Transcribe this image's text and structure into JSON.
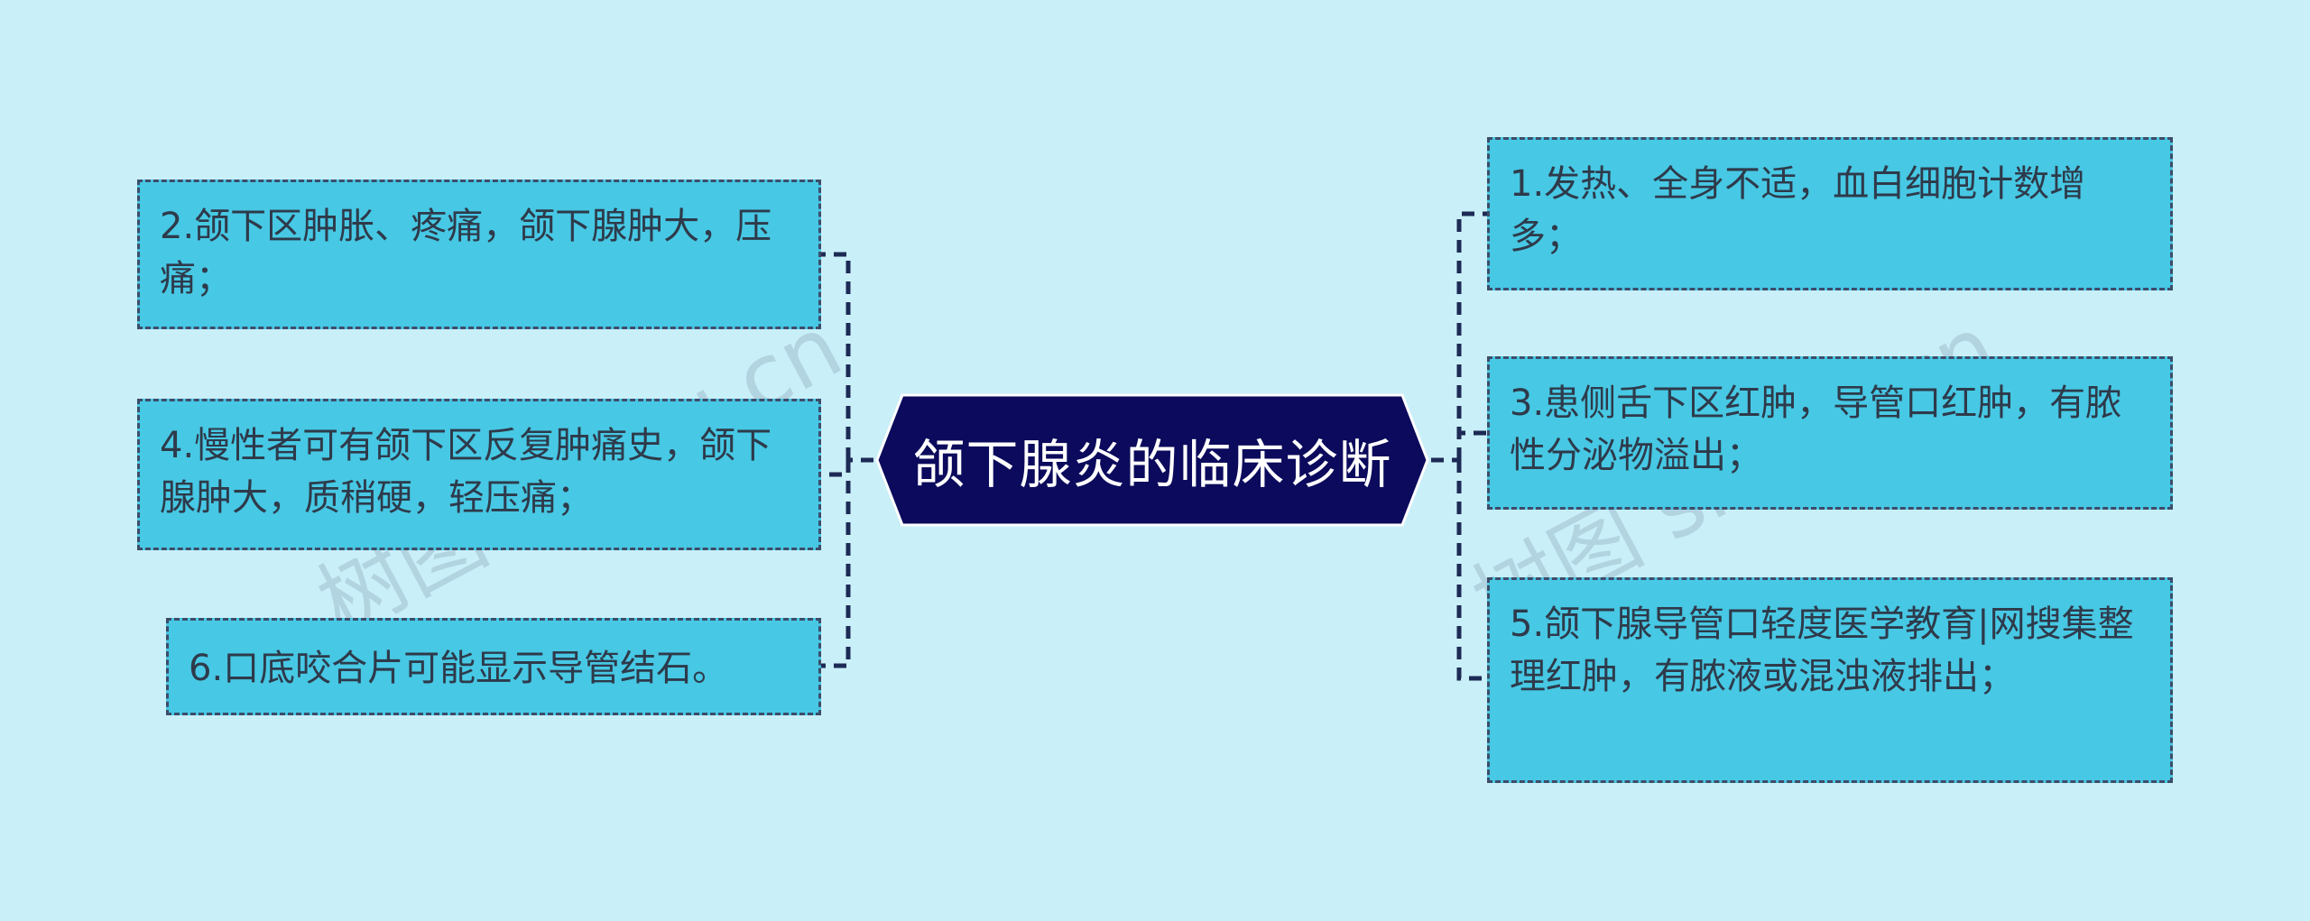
{
  "center": {
    "label": "颌下腺炎的临床诊断"
  },
  "left_nodes": [
    {
      "text": "2.颌下区肿胀、疼痛，颌下腺肿大，压痛；"
    },
    {
      "text": "4.慢性者可有颌下区反复肿痛史，颌下腺肿大，质稍硬，轻压痛；"
    },
    {
      "text": "6.口底咬合片可能显示导管结石。"
    }
  ],
  "right_nodes": [
    {
      "text": "1.发热、全身不适，血白细胞计数增多；"
    },
    {
      "text": "3.患侧舌下区红肿，导管口红肿，有脓性分泌物溢出；"
    },
    {
      "text": "5.颌下腺导管口轻度医学教育|网搜集整理红肿，有脓液或混浊液排出；"
    }
  ],
  "watermarks": [
    {
      "text": "树图 shutu.cn"
    },
    {
      "text": "树图 shutu.cn"
    }
  ],
  "colors": {
    "background": "#c9eff8",
    "node_fill": "#47c8e4",
    "node_border": "#3c4d6a",
    "center_fill": "#0b0a5c",
    "connector": "#1d2a55"
  }
}
